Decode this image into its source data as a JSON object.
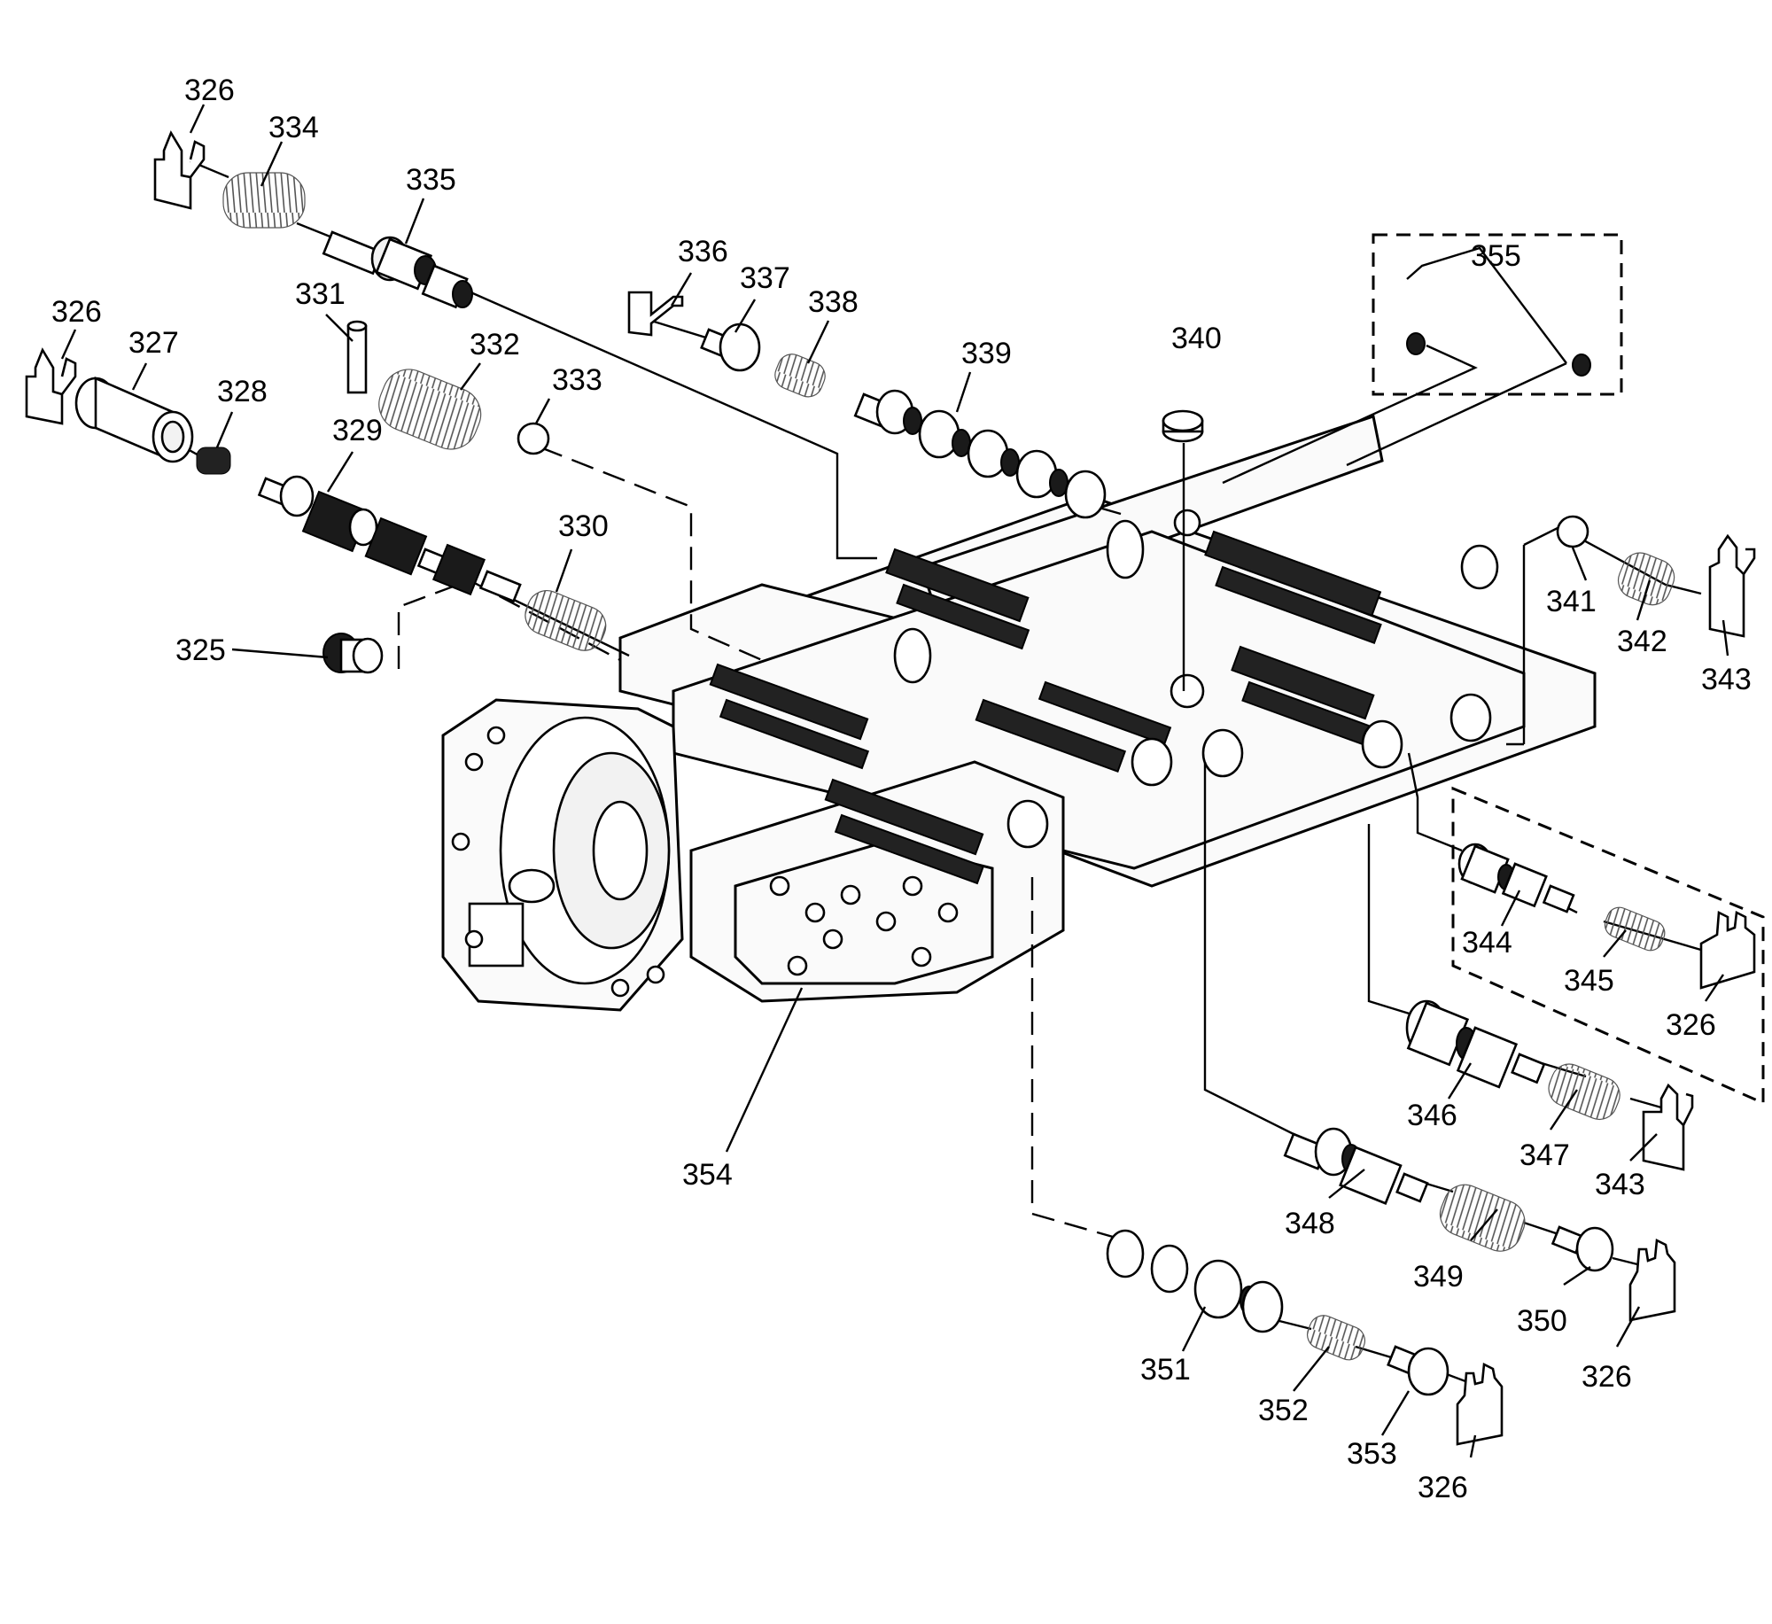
{
  "diagram": {
    "callouts": [
      {
        "id": "c326a",
        "text": "326"
      },
      {
        "id": "c334",
        "text": "334"
      },
      {
        "id": "c335",
        "text": "335"
      },
      {
        "id": "c326b",
        "text": "326"
      },
      {
        "id": "c327",
        "text": "327"
      },
      {
        "id": "c331",
        "text": "331"
      },
      {
        "id": "c332",
        "text": "332"
      },
      {
        "id": "c333",
        "text": "333"
      },
      {
        "id": "c328",
        "text": "328"
      },
      {
        "id": "c329",
        "text": "329"
      },
      {
        "id": "c330",
        "text": "330"
      },
      {
        "id": "c325",
        "text": "325"
      },
      {
        "id": "c336",
        "text": "336"
      },
      {
        "id": "c337",
        "text": "337"
      },
      {
        "id": "c338",
        "text": "338"
      },
      {
        "id": "c339",
        "text": "339"
      },
      {
        "id": "c340",
        "text": "340"
      },
      {
        "id": "c355",
        "text": "355"
      },
      {
        "id": "c341",
        "text": "341"
      },
      {
        "id": "c342",
        "text": "342"
      },
      {
        "id": "c343a",
        "text": "343"
      },
      {
        "id": "c344",
        "text": "344"
      },
      {
        "id": "c345",
        "text": "345"
      },
      {
        "id": "c326c",
        "text": "326"
      },
      {
        "id": "c346",
        "text": "346"
      },
      {
        "id": "c347",
        "text": "347"
      },
      {
        "id": "c343b",
        "text": "343"
      },
      {
        "id": "c348",
        "text": "348"
      },
      {
        "id": "c349",
        "text": "349"
      },
      {
        "id": "c350",
        "text": "350"
      },
      {
        "id": "c326d",
        "text": "326"
      },
      {
        "id": "c354",
        "text": "354"
      },
      {
        "id": "c351",
        "text": "351"
      },
      {
        "id": "c352",
        "text": "352"
      },
      {
        "id": "c353",
        "text": "353"
      },
      {
        "id": "c326e",
        "text": "326"
      }
    ]
  }
}
